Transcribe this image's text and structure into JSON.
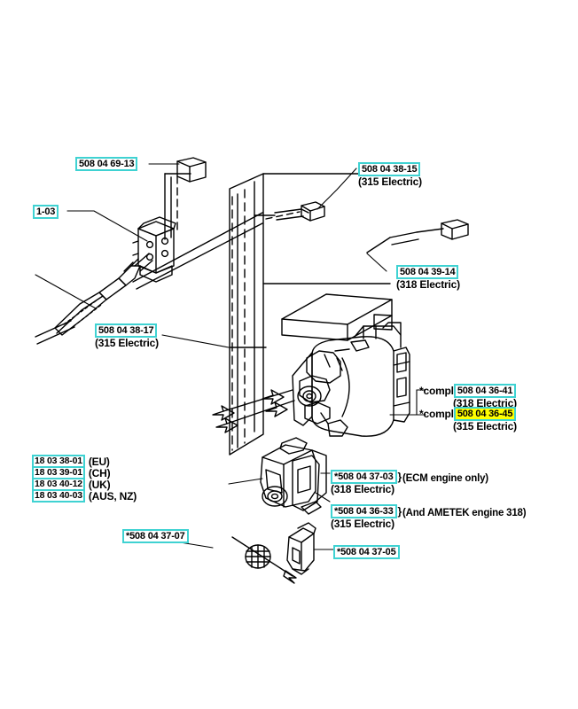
{
  "diagram": {
    "title": "Electric motor and wiring harness exploded parts diagram",
    "accent_color": "#3fd2d2",
    "highlight_color": "#ffff00",
    "line_color": "#000000",
    "background": "#ffffff"
  },
  "callouts": {
    "top_left_connector": {
      "part": "508 04 69-13"
    },
    "handle_item": {
      "part": "1-03"
    },
    "cable_315": {
      "part": "508 04 38-17",
      "variant": "(315 Electric)"
    },
    "wire_315": {
      "part": "508 04 38-15",
      "variant": "(315 Electric)"
    },
    "wire_318": {
      "part": "508 04 39-14",
      "variant": "(318 Electric)"
    },
    "motor_318": {
      "prefix": "*compl",
      "part": "508 04 36-41",
      "variant": "(318 Electric)",
      "highlighted": false
    },
    "motor_315": {
      "prefix": "*compl",
      "part": "508 04 36-45",
      "variant": "(315 Electric)",
      "highlighted": true
    },
    "bracket_318": {
      "part": "*508 04 37-03",
      "variant": "(318 Electric)",
      "note": "(ECM engine only)"
    },
    "bracket_315": {
      "part": "*508 04 36-33",
      "variant": "(315 Electric)",
      "note": "(And AMETEK engine 318)"
    },
    "fan_part": {
      "part": "*508 04 37-07"
    },
    "clip_part": {
      "part": "*508 04 37-05"
    }
  },
  "region_codes": [
    {
      "part": "18 03 38-01",
      "region": "(EU)"
    },
    {
      "part": "18 03 39-01",
      "region": "(CH)"
    },
    {
      "part": "18 03 40-12",
      "region": "(UK)"
    },
    {
      "part": "18 03 40-03",
      "region": "(AUS, NZ)"
    }
  ]
}
